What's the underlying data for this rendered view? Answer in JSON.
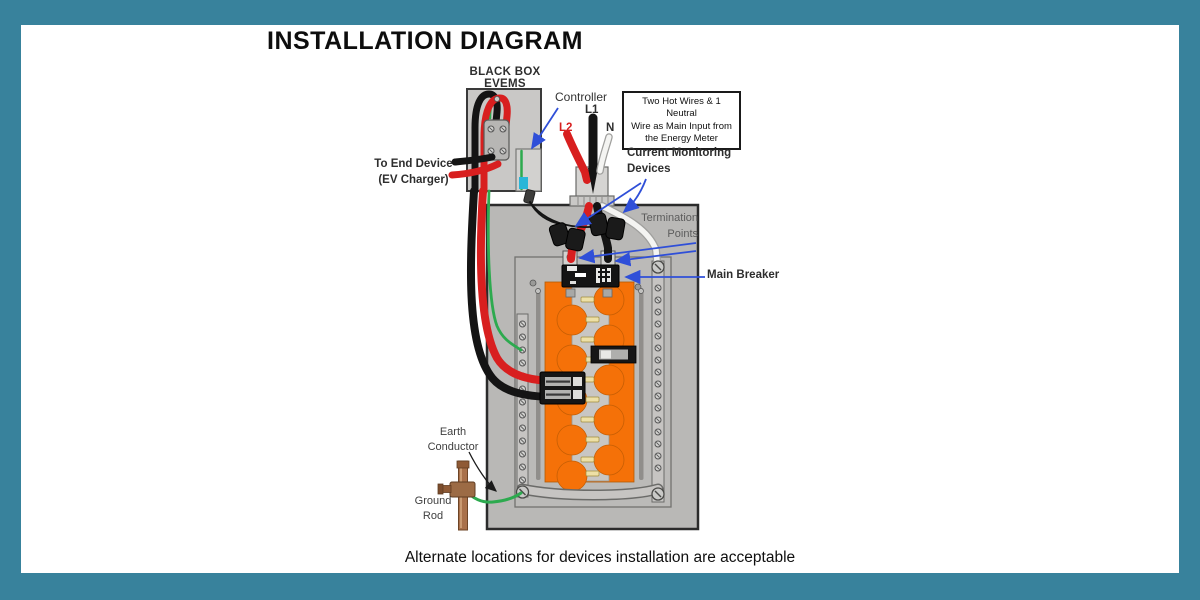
{
  "page": {
    "title": "INSTALLATION DIAGRAM",
    "footer": "Alternate locations for devices installation are acceptable"
  },
  "diagram": {
    "evems_label": "BLACK BOX EVEMS",
    "controller_label": "Controller",
    "info_box": "Two Hot Wires & 1 Neutral\nWire as Main Input from\nthe Energy Meter",
    "l1": "L1",
    "l2": "L2",
    "n": "N",
    "current_monitoring_label": "Current Monitoring\nDevices",
    "end_device_label": "To End Device\n(EV Charger)",
    "termination_label": "Termination\nPoints",
    "main_breaker_label": "Main Breaker",
    "earth_label": "Earth\nConductor",
    "ground_label": "Ground\nRod"
  },
  "colors": {
    "teal": "#38829c",
    "orange": "#f57108",
    "arrow_blue": "#2f4fd8",
    "wire_red": "#d81f1f",
    "wire_black": "#141414",
    "wire_white": "#f4f4f2",
    "wire_green": "#2daa4f",
    "panel_gray": "#b9b8b6",
    "box_gray": "#c9c8c6",
    "bus_gray": "#c6c4c2",
    "tab_cream": "#ede0a6",
    "copper": "#a9714b",
    "cyan_connector": "#29b6d8"
  }
}
